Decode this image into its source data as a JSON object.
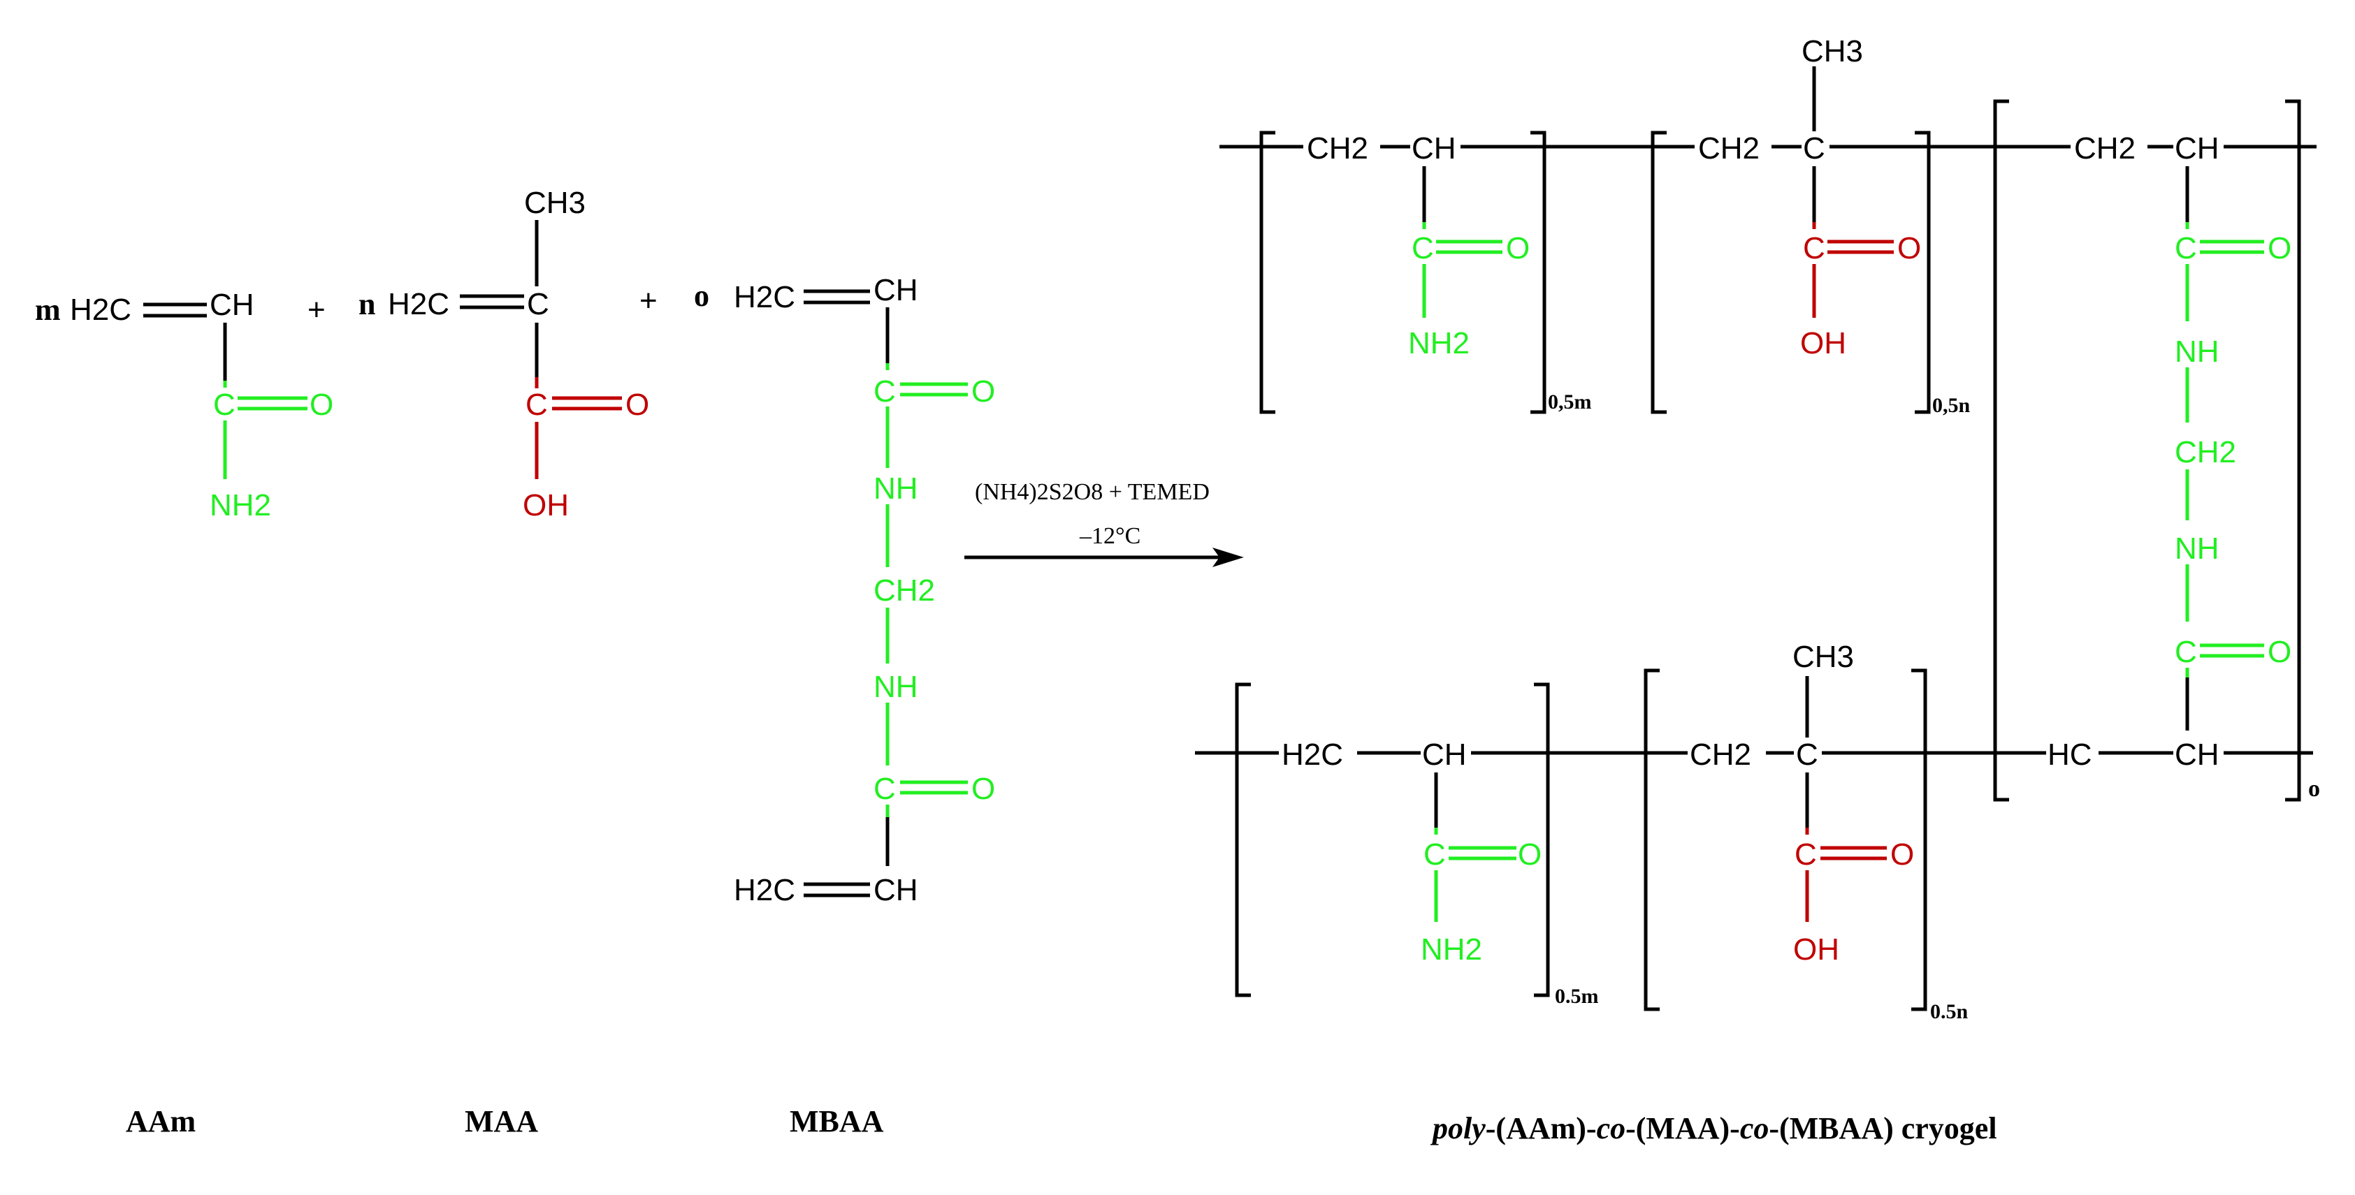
{
  "colors": {
    "bond": "#000000",
    "amide": "#22ee22",
    "acid": "#c00000"
  },
  "reactants": {
    "aam": {
      "coef": "m",
      "h2c": "H2C",
      "ch": "CH",
      "c": "C",
      "o": "O",
      "nh2": "NH2",
      "label": "AAm"
    },
    "maa": {
      "plus": "+",
      "coef": "n",
      "h2c": "H2C",
      "c": "C",
      "ch3": "CH3",
      "c2": "C",
      "o": "O",
      "oh": "OH",
      "label": "MAA"
    },
    "mbaa": {
      "plus": "+",
      "coef": "o",
      "h2c_top": "H2C",
      "ch_top": "CH",
      "c1": "C",
      "o1": "O",
      "nh1": "NH",
      "ch2": "CH2",
      "nh2": "NH",
      "c2": "C",
      "o2": "O",
      "h2c_bot": "H2C",
      "ch_bot": "CH",
      "label": "MBAA"
    }
  },
  "reaction": {
    "initiator": "(NH4)2S2O8 + TEMED",
    "temperature": "–12°C"
  },
  "product": {
    "top": {
      "aam": {
        "ch2": "CH2",
        "ch": "CH",
        "c": "C",
        "o": "O",
        "nh2": "NH2",
        "subscript": "0,5m"
      },
      "maa": {
        "ch2": "CH2",
        "c": "C",
        "ch3": "CH3",
        "c2": "C",
        "o": "O",
        "oh": "OH",
        "subscript": "0,5n"
      },
      "mbaa": {
        "ch2": "CH2",
        "ch": "CH",
        "c1": "C",
        "o1": "O",
        "nh1": "NH",
        "ch2b": "CH2",
        "nh2": "NH",
        "c2": "C",
        "o2": "O"
      }
    },
    "bottom": {
      "aam": {
        "h2c": "H2C",
        "ch": "CH",
        "c": "C",
        "o": "O",
        "nh2": "NH2",
        "subscript": "0.5m"
      },
      "maa": {
        "ch2": "CH2",
        "c": "C",
        "ch3": "CH3",
        "c2": "C",
        "o": "O",
        "oh": "OH",
        "subscript": "0.5n"
      },
      "mbaa": {
        "hc": "HC",
        "ch": "CH",
        "subscript": "o"
      }
    },
    "label": {
      "poly": "poly",
      "part1": "-(AAm)-",
      "co1": "co",
      "part2": "-(MAA)-",
      "co2": "co",
      "part3": "-(MBAA) cryogel"
    }
  }
}
